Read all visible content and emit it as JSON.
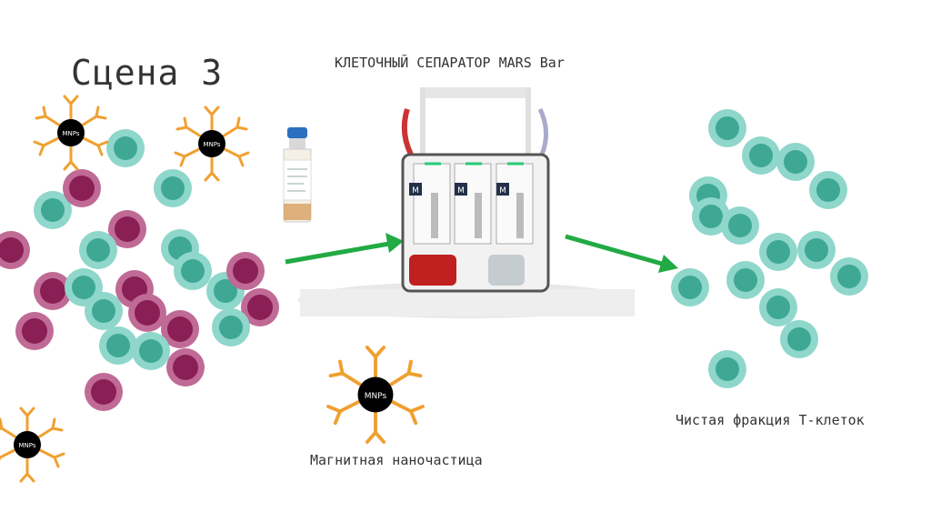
{
  "scene_title": "Сцена 3",
  "separator_label": "КЛЕТОЧНЫЙ СЕПАРАТОР MARS Bar",
  "nanoparticle_label": "Магнитная наночастица",
  "tcell_label": "Чистая фракция Т-клеток",
  "mnp_text": "MNPs",
  "device_logo_letter": "M",
  "colors": {
    "t_cell_outer": "#7fd0c4",
    "t_cell_inner": "#3ea894",
    "other_cell_outer": "#b85a8a",
    "other_cell_inner": "#8a1f55",
    "mnp_core": "#000000",
    "antibody": "#f0a030",
    "arrow": "#22aa44"
  }
}
